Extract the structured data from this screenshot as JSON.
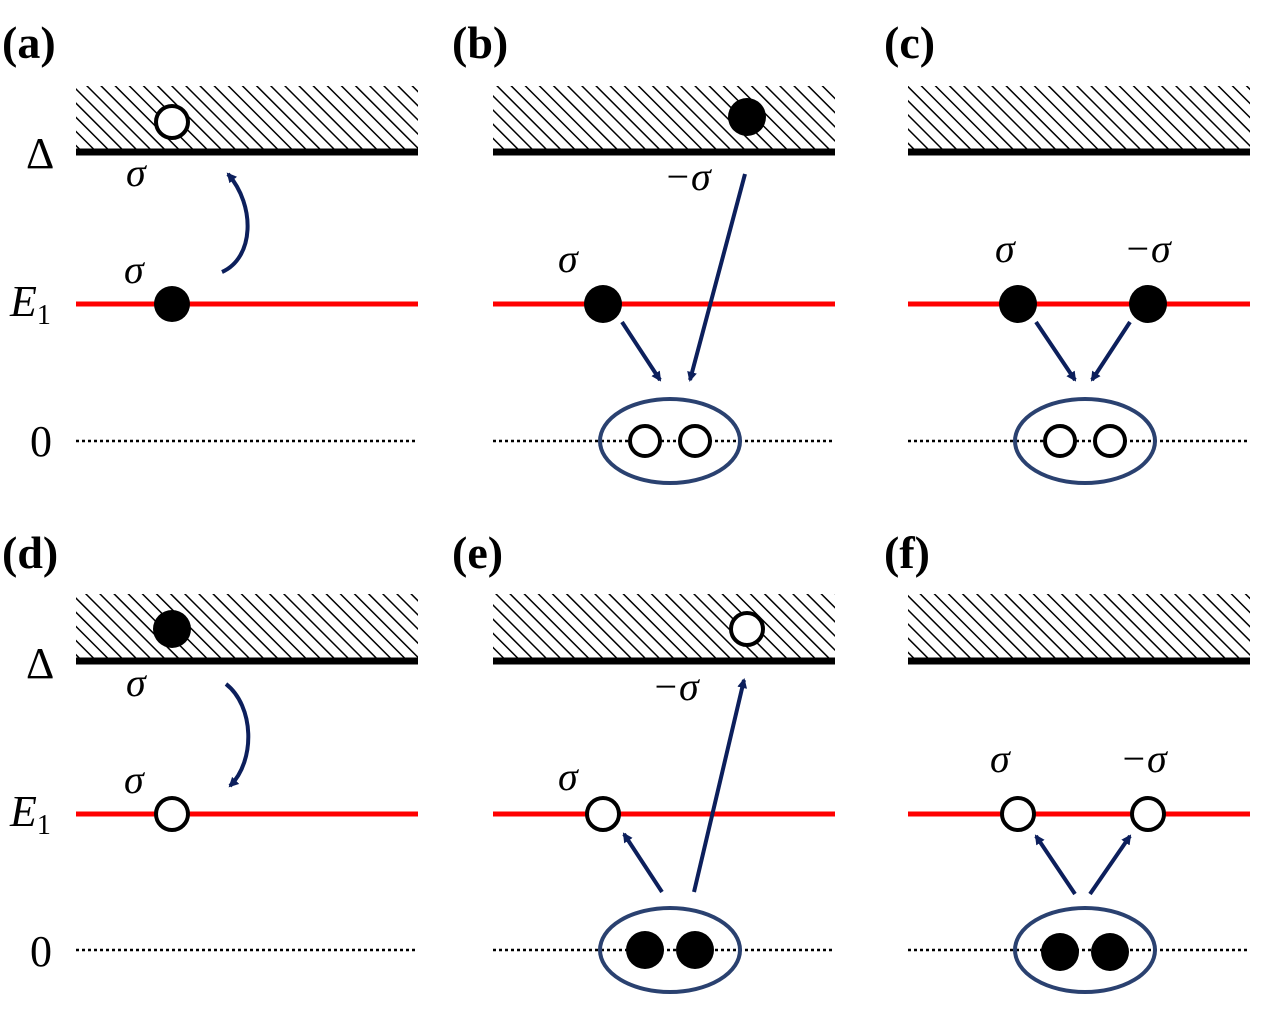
{
  "panels": [
    {
      "label": "(a)"
    },
    {
      "label": "(b)"
    },
    {
      "label": "(c)"
    },
    {
      "label": "(d)"
    },
    {
      "label": "(e)"
    },
    {
      "label": "(f)"
    }
  ],
  "levels": {
    "gap": "Δ",
    "e1_base": "E",
    "e1_sub": "1",
    "zero": "0"
  },
  "spins": {
    "sigma": "σ",
    "minus_sigma": "−σ"
  },
  "colors": {
    "red_level": "#ff0000",
    "arrow": "#0c1f5c",
    "ellipse": "#2a4170",
    "black": "#000000"
  }
}
